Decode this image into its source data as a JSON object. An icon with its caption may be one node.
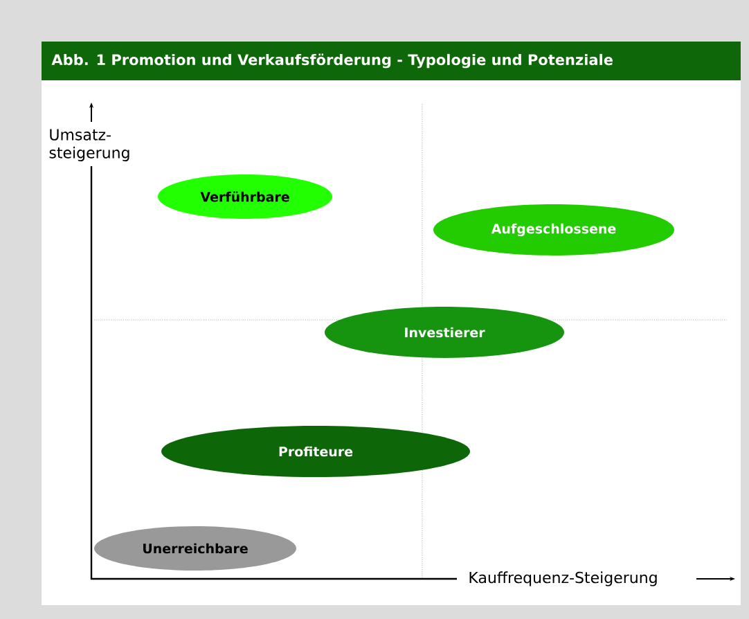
{
  "diagram": {
    "title": "Abb. 1 Promotion und Verkaufsförderung - Typologie und Potenziale",
    "nodes": [
      {
        "text": [
          "Verführbare"
        ]
      },
      {
        "text": [
          "Aufgeschlossene"
        ]
      },
      {
        "text": [
          "Investierer"
        ]
      },
      {
        "text": [
          "Profiteure"
        ]
      },
      {
        "text": [
          "Unerreichbare"
        ]
      }
    ],
    "labels": [
      "Umsatz- steigerung",
      "Kauffrequenz-Steigerung"
    ]
  }
}
